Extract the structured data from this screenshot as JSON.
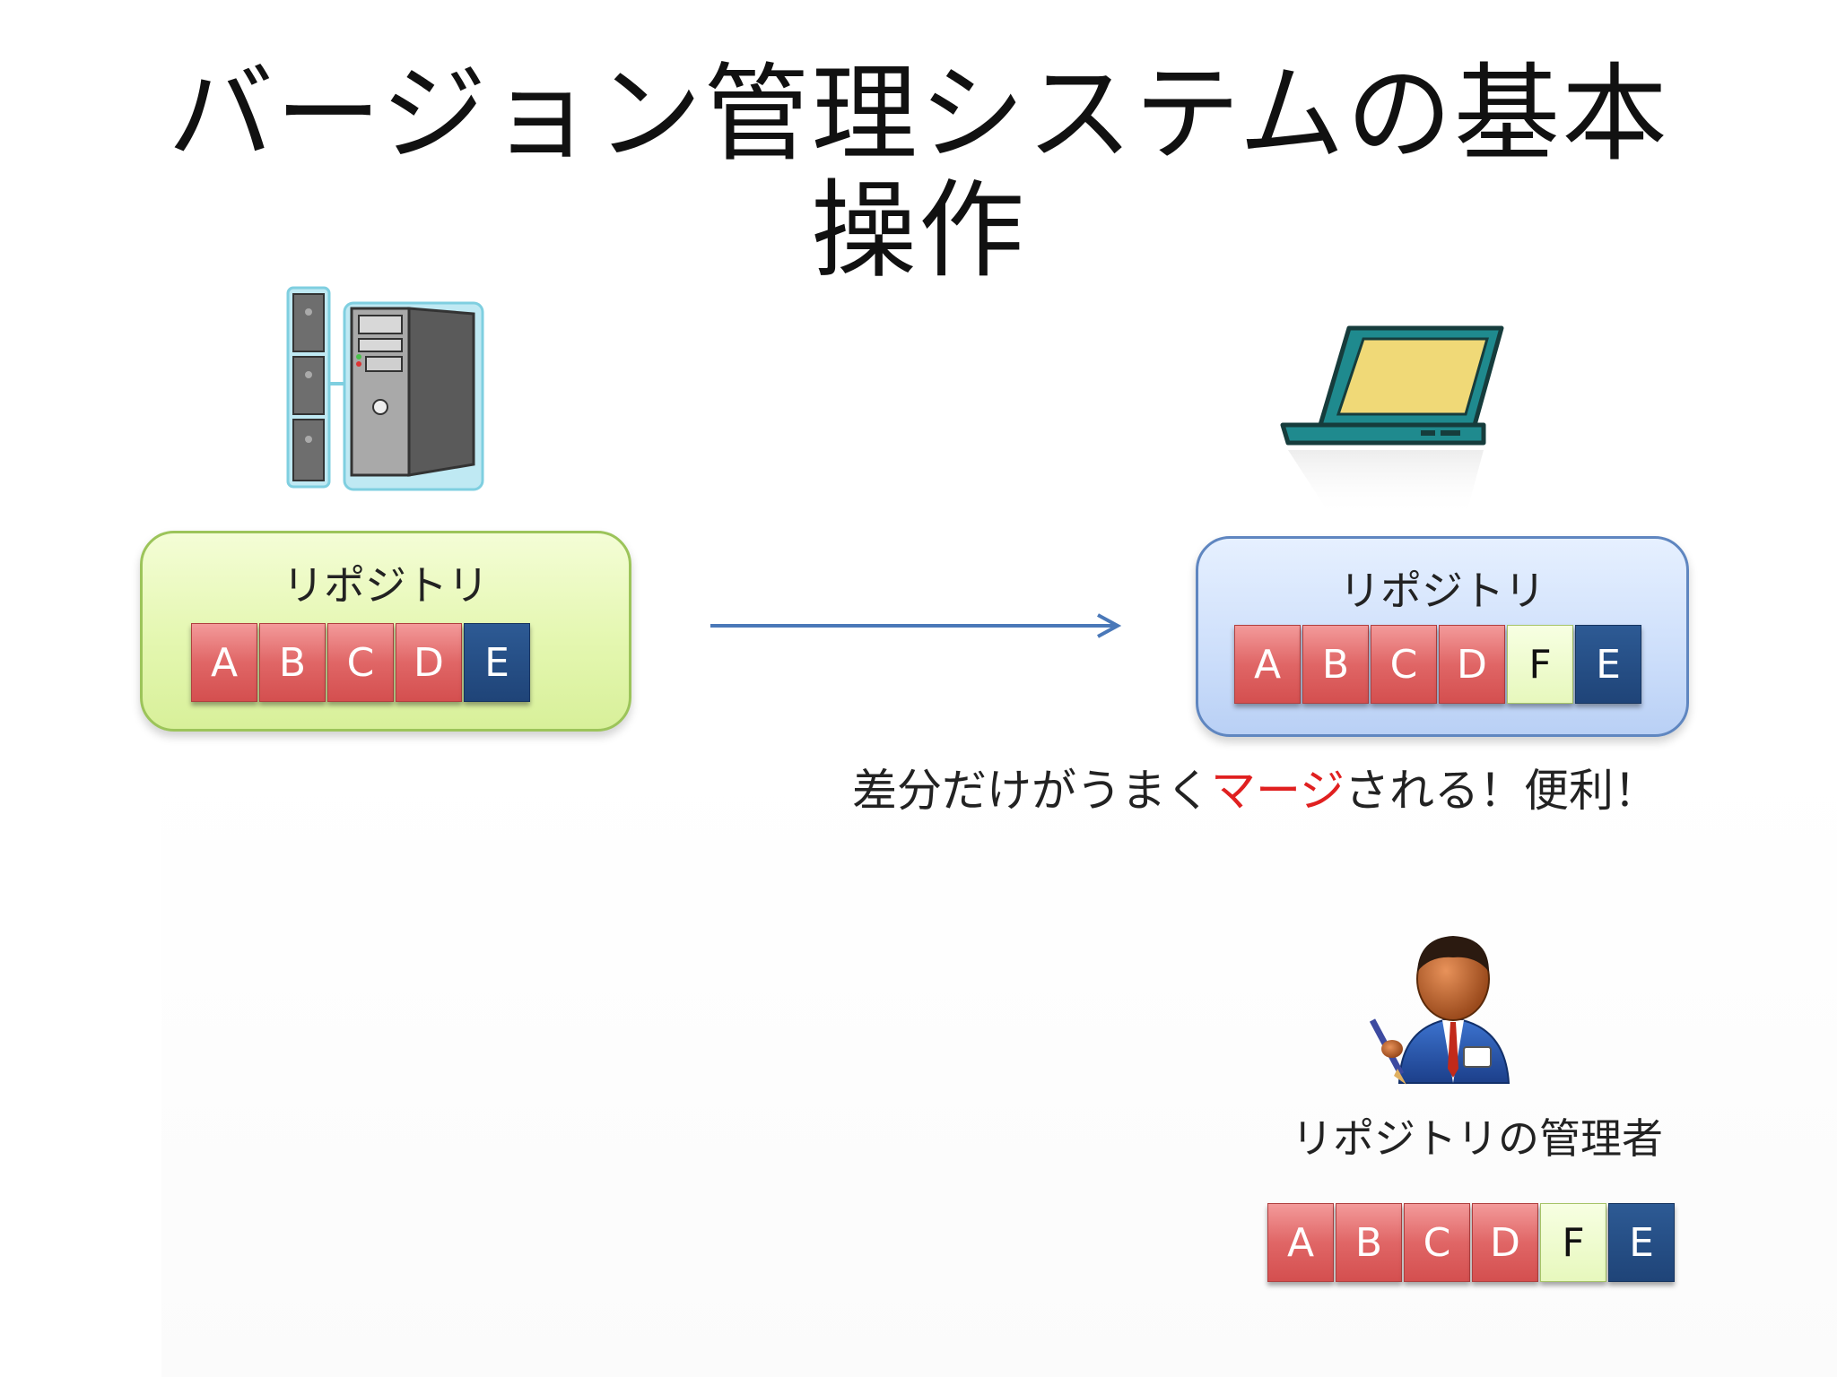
{
  "title": "バージョン管理システムの基本操作",
  "server_repo": {
    "label": "リポジトリ",
    "blocks": [
      {
        "text": "A",
        "kind": "red"
      },
      {
        "text": "B",
        "kind": "red"
      },
      {
        "text": "C",
        "kind": "red"
      },
      {
        "text": "D",
        "kind": "red"
      },
      {
        "text": "E",
        "kind": "navy"
      }
    ]
  },
  "local_repo": {
    "label": "リポジトリ",
    "blocks": [
      {
        "text": "A",
        "kind": "red"
      },
      {
        "text": "B",
        "kind": "red"
      },
      {
        "text": "C",
        "kind": "red"
      },
      {
        "text": "D",
        "kind": "red"
      },
      {
        "text": "F",
        "kind": "lime"
      },
      {
        "text": "E",
        "kind": "navy"
      }
    ]
  },
  "caption": {
    "before": "差分だけがうまく",
    "highlight": "マージ",
    "after": "される！便利！"
  },
  "admin": {
    "label": "リポジトリの管理者",
    "blocks": [
      {
        "text": "A",
        "kind": "red"
      },
      {
        "text": "B",
        "kind": "red"
      },
      {
        "text": "C",
        "kind": "red"
      },
      {
        "text": "D",
        "kind": "red"
      },
      {
        "text": "F",
        "kind": "lime"
      },
      {
        "text": "E",
        "kind": "navy"
      }
    ]
  },
  "colors": {
    "arrow": "#4a78b8",
    "highlight": "#e02020",
    "block_red": "#e06666",
    "block_navy": "#1f4478",
    "block_lime": "#e7f8bd"
  },
  "icons": {
    "server": "server-tower-icon",
    "laptop": "laptop-icon",
    "admin": "admin-person-icon"
  }
}
